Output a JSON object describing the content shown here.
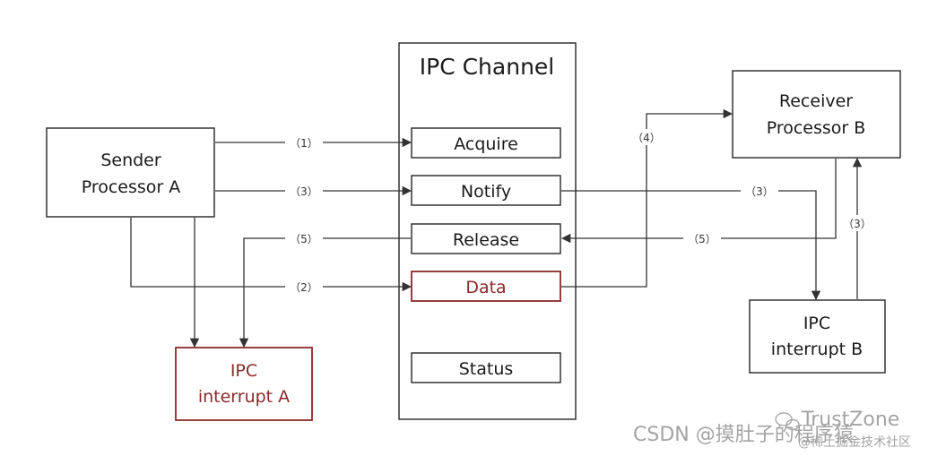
{
  "channel": {
    "title": "IPC Channel",
    "slots": {
      "acquire": "Acquire",
      "notify": "Notify",
      "release": "Release",
      "data": "Data",
      "status": "Status"
    }
  },
  "sender": {
    "line1": "Sender",
    "line2": "Processor A"
  },
  "receiver": {
    "line1": "Receiver",
    "line2": "Processor B"
  },
  "interrupt_a": {
    "line1": "IPC",
    "line2": "interrupt A"
  },
  "interrupt_b": {
    "line1": "IPC",
    "line2": "interrupt B"
  },
  "steps": {
    "acquire": "（1）",
    "notify_send": "（3）",
    "release_send": "（5）",
    "data_send": "（2）",
    "data_recv": "（4）",
    "notify_recv": "（3）",
    "release_recv": "（5）",
    "irq_b_to_recv": "（3）"
  },
  "colors": {
    "accent_red": "#8b2a2a",
    "line": "#333333"
  },
  "watermark": {
    "text": "CSDN @摸肚子的程序猿",
    "brand": "TrustZone",
    "sub": "@稀土掘金技术社区"
  }
}
